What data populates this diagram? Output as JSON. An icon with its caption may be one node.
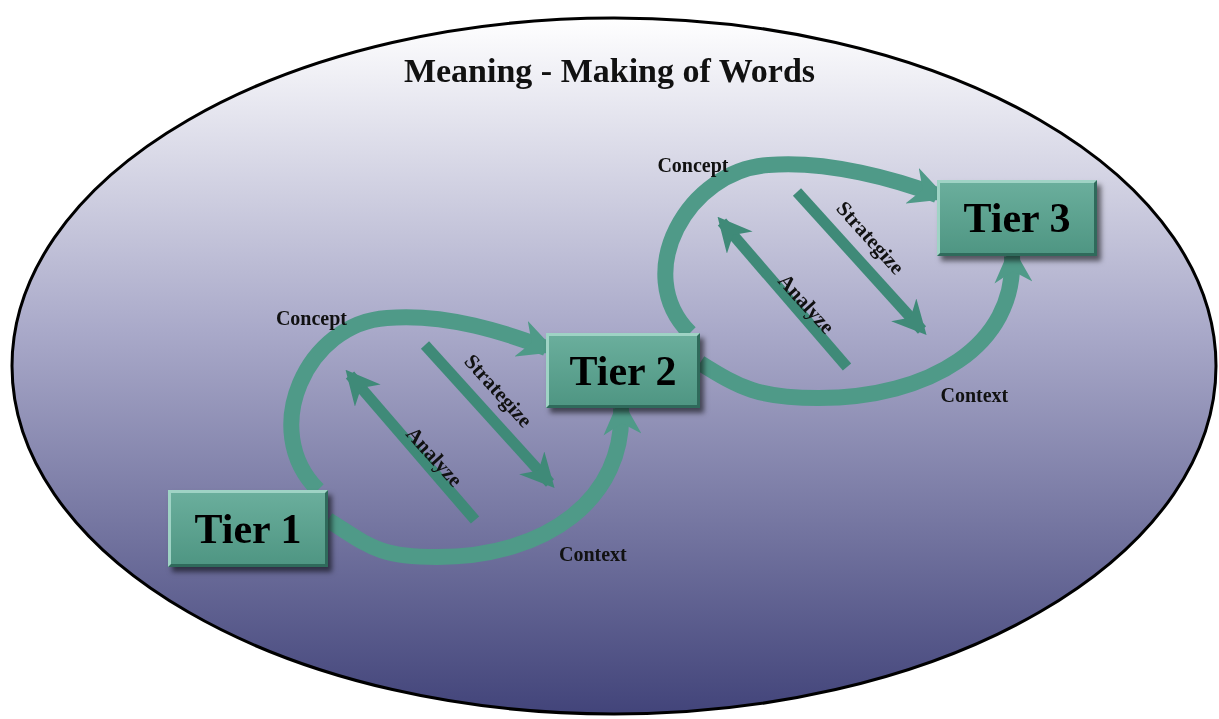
{
  "diagram": {
    "title": "Meaning - Making of Words",
    "nodes": [
      {
        "text": [
          "Tier 1"
        ]
      },
      {
        "text": [
          "Tier 2"
        ]
      },
      {
        "text": [
          "Tier 3"
        ]
      }
    ],
    "edges": [
      {
        "from": 0,
        "to": 1,
        "arrow": "to",
        "label": "Concept"
      },
      {
        "from": 0,
        "to": 1,
        "arrow": "to",
        "label": "Context"
      },
      {
        "from": 1,
        "to": 2,
        "arrow": "to",
        "label": "Concept"
      },
      {
        "from": 1,
        "to": 2,
        "arrow": "to",
        "label": "Context"
      }
    ],
    "labels": [
      "Strategize",
      "Analyze",
      "Strategize",
      "Analyze"
    ]
  }
}
